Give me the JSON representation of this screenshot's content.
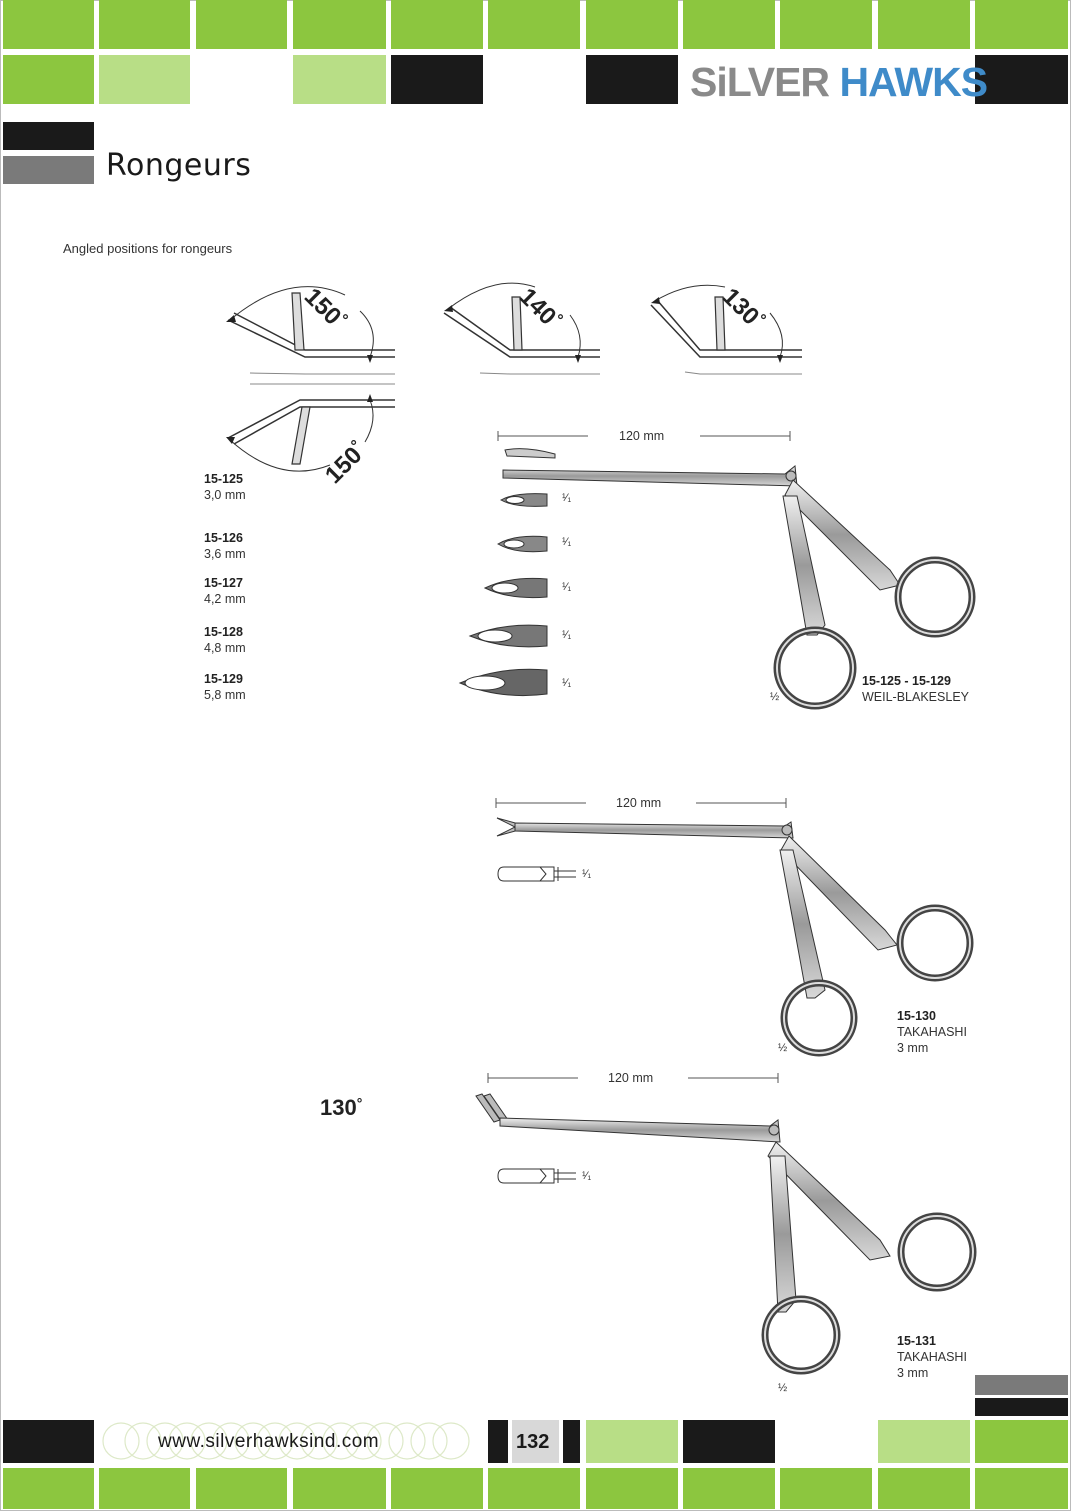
{
  "brand": {
    "name_part1": "SiLVER",
    "name_part2": "HAWKS",
    "accent": "#8cc63f",
    "accent_light": "#b8de86",
    "dark": "#1a1a1a",
    "grey": "#7a7a7a",
    "logo_blue": "#3f8bc9",
    "logo_grey": "#8a8a8a"
  },
  "page": {
    "title": "Rongeurs",
    "subtitle": "Angled positions for rongeurs"
  },
  "angles": {
    "a150": "150",
    "a140": "140",
    "a130": "130",
    "a150b": "150",
    "deg": "°"
  },
  "weil": {
    "length": "120 mm",
    "items": [
      {
        "code": "15-125",
        "size": "3,0 mm",
        "ratio": "¹⁄₁"
      },
      {
        "code": "15-126",
        "size": "3,6 mm",
        "ratio": "¹⁄₁"
      },
      {
        "code": "15-127",
        "size": "4,2 mm",
        "ratio": "¹⁄₁"
      },
      {
        "code": "15-128",
        "size": "4,8 mm",
        "ratio": "¹⁄₁"
      },
      {
        "code": "15-129",
        "size": "5,8 mm",
        "ratio": "¹⁄₁"
      }
    ],
    "half": "½",
    "range": "15-125 - 15-129",
    "name": "WEIL-BLAKESLEY"
  },
  "taka1": {
    "length": "120 mm",
    "ratio": "¹⁄₁",
    "half": "½",
    "code": "15-130",
    "name": "TAKAHASHI",
    "size": "3 mm"
  },
  "taka2": {
    "angle": "130",
    "deg": "°",
    "length": "120 mm",
    "ratio": "¹⁄₁",
    "half": "½",
    "code": "15-131",
    "name": "TAKAHASHI",
    "size": "3 mm"
  },
  "footer": {
    "website": "www.silverhawksind.com",
    "page_number": "132"
  }
}
